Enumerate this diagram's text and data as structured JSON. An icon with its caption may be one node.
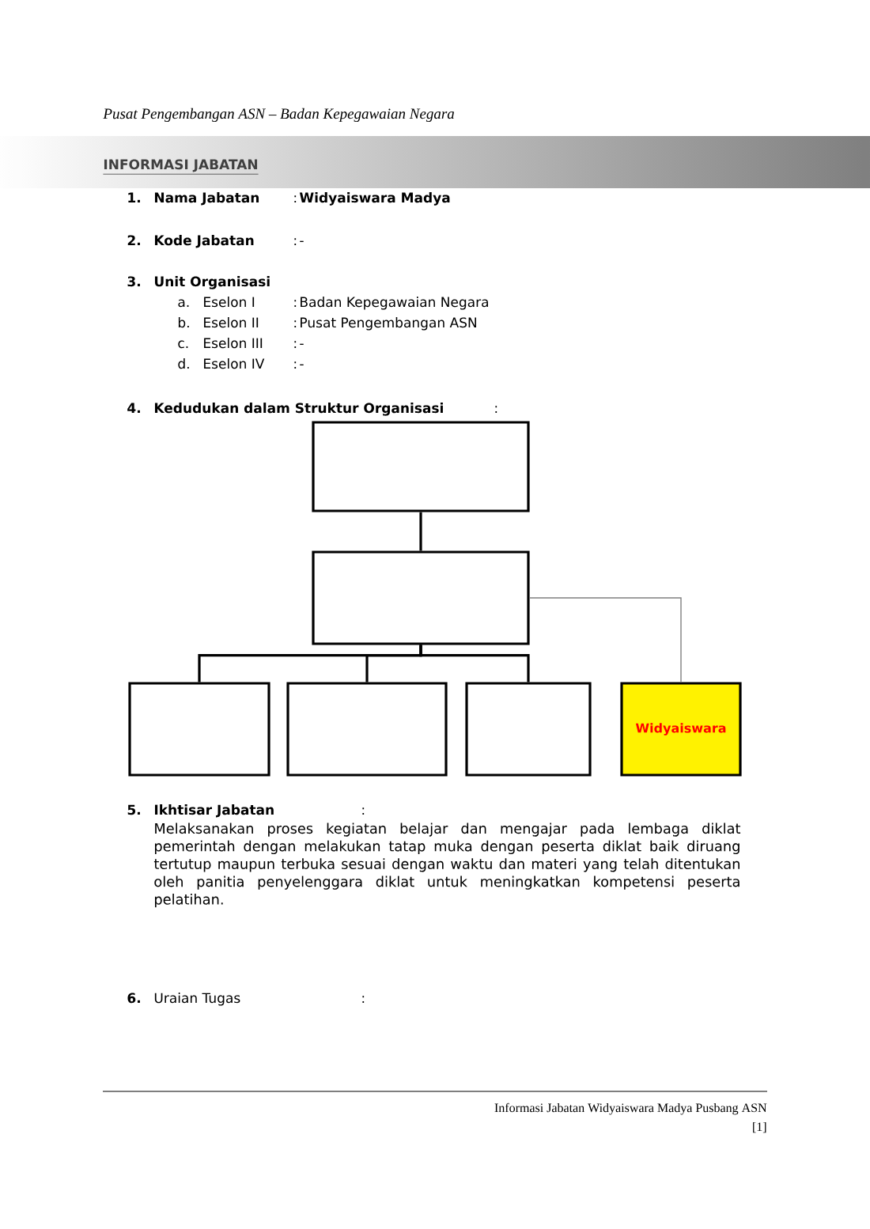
{
  "diagram": {
    "nodes": [
      {
        "text": [],
        "shape": "box"
      },
      {
        "text": [],
        "shape": "box"
      },
      {
        "text": [],
        "shape": "box"
      },
      {
        "text": [],
        "shape": "box"
      },
      {
        "text": [],
        "shape": "box"
      },
      {
        "text": [
          "Widyaiswara"
        ]
      }
    ],
    "edges": [
      {
        "from": 0,
        "to": 1,
        "arrow": "none"
      },
      {
        "from": 1,
        "to": 2,
        "arrow": "none"
      },
      {
        "from": 1,
        "to": 3,
        "arrow": "none"
      },
      {
        "from": 1,
        "to": 4,
        "arrow": "none"
      },
      {
        "from": 1,
        "to": 5,
        "arrow": "none",
        "color": "#808080"
      }
    ],
    "labels": [
      "Pusat Pengembangan ASN – Badan Kepegawaian Negara",
      "INFORMASI JABATAN",
      "1.",
      "Nama Jabatan",
      ":",
      "Widyaiswara Madya",
      "2.",
      "Kode Jabatan",
      ":",
      "-",
      "3.",
      "Unit Organisasi",
      "a.",
      "Eselon I",
      ":",
      "Badan Kepegawaian Negara",
      "b.",
      "Eselon II",
      ":",
      "Pusat Pengembangan ASN",
      "c.",
      "Eselon III",
      ":",
      "-",
      "d.",
      "Eselon IV",
      ":",
      "-",
      "4.",
      "Kedudukan dalam Struktur Organisasi",
      ":",
      "5.",
      "Ikhtisar Jabatan",
      ":",
      "Melaksanakan proses kegiatan belajar dan mengajar pada lembaga diklat pemerintah dengan melakukan tatap muka dengan peserta diklat baik diruang tertutup maupun terbuka sesuai dengan waktu dan materi yang telah ditentukan oleh panitia penyelenggara diklat untuk meningkatkan kompetensi peserta pelatihan.",
      "6.",
      "Uraian Tugas",
      ":",
      "Informasi Jabatan Widyaiswara Madya Pusbang ASN",
      "[1]"
    ]
  }
}
